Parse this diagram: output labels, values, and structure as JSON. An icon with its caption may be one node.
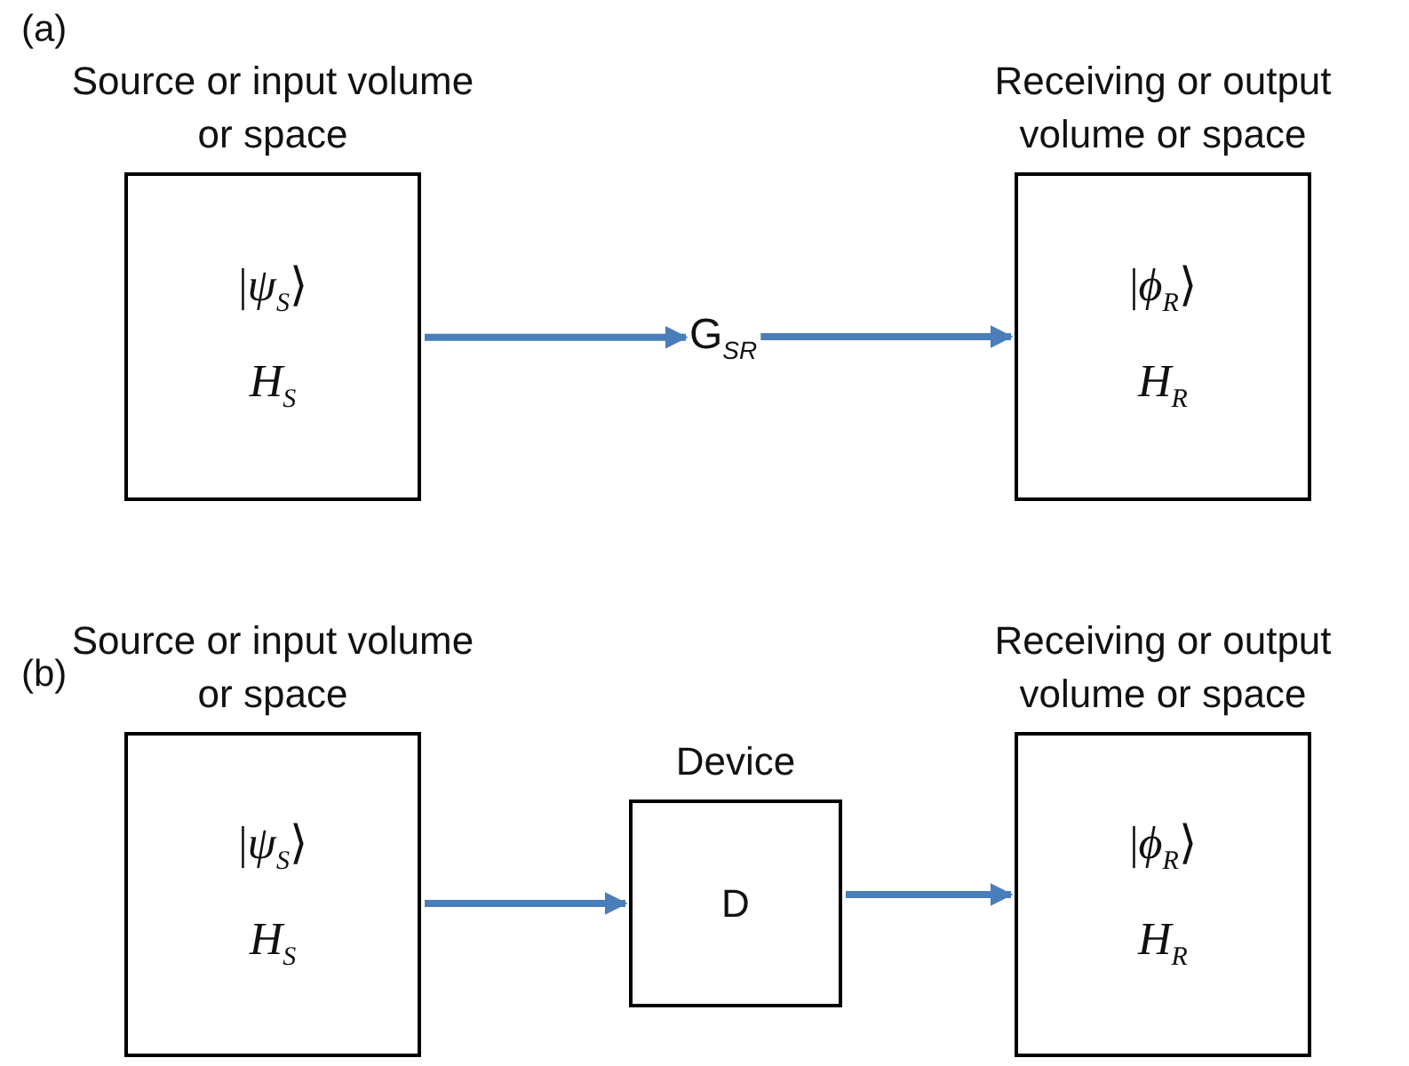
{
  "diagram": {
    "nodes": [
      {
        "text": [
          "Source or input volume or space",
          "|*ψ*$_{S}$⟩",
          "H$_{S}$"
        ]
      },
      {
        "text": [
          "G$_{SR}$"
        ]
      },
      {
        "text": [
          "Receiving or output volume or space",
          "|*ϕ*$_{R}$⟩",
          "H$_{R}$"
        ]
      },
      {
        "text": [
          "Source or input volume or space",
          "|*ψ*$_{S}$⟩",
          "H$_{S}$"
        ]
      },
      {
        "text": [
          "Device",
          "D"
        ]
      },
      {
        "text": [
          "Receiving or output volume or space",
          "|*ϕ*$_{R}$⟩",
          "H$_{R}$"
        ]
      }
    ],
    "edges": [
      {
        "from": 0,
        "to": 1,
        "arrow": "to"
      },
      {
        "from": 1,
        "to": 2,
        "arrow": "to"
      },
      {
        "from": 3,
        "to": 4,
        "arrow": "to"
      },
      {
        "from": 4,
        "to": 5,
        "arrow": "to"
      }
    ],
    "labels": [
      "(a)",
      "(b)"
    ]
  }
}
